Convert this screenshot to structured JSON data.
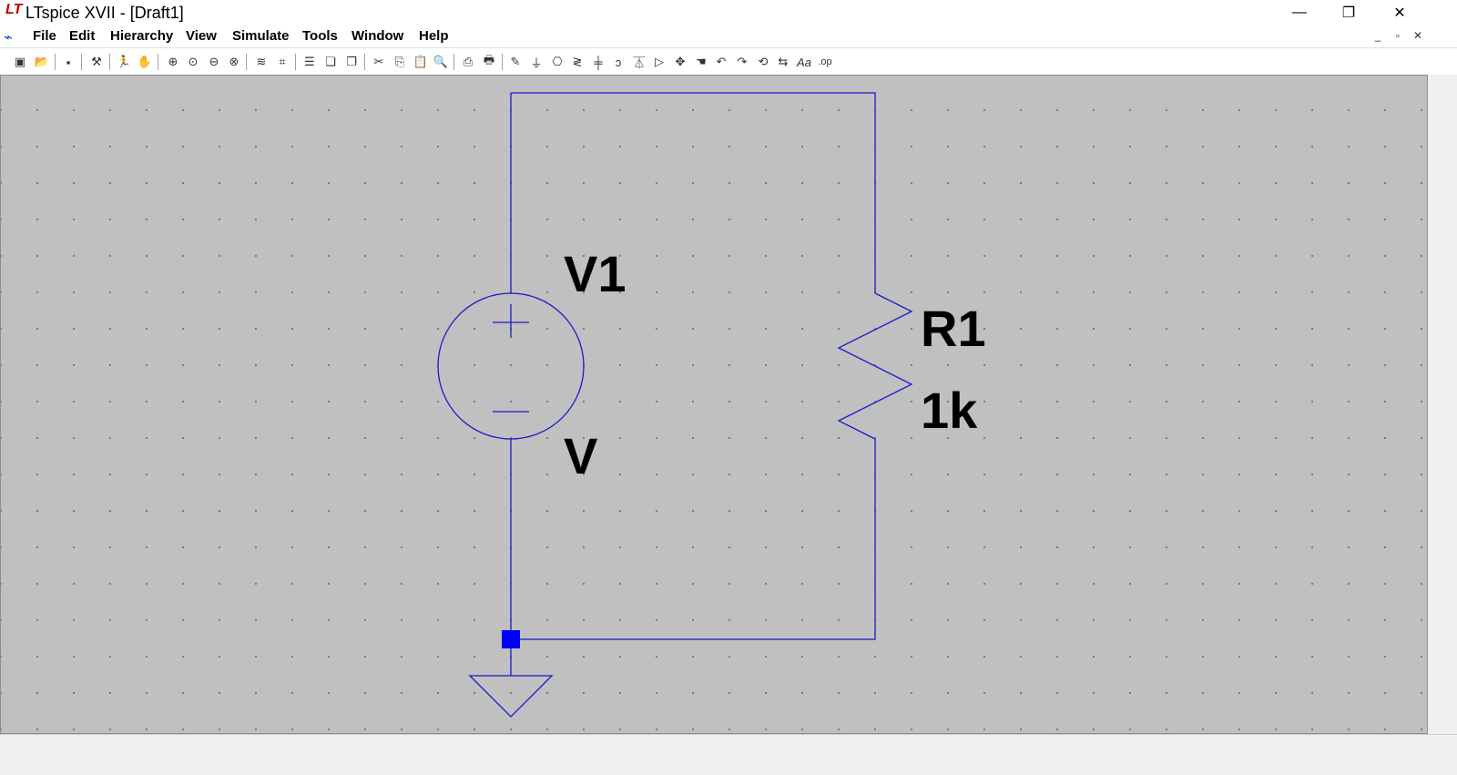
{
  "window": {
    "app_logo": "LT",
    "title": "LTspice XVII - [Draft1]",
    "minimize": "—",
    "restore": "❐",
    "close": "✕"
  },
  "menubar": {
    "logo": "⌁",
    "items": [
      {
        "label": "File"
      },
      {
        "label": "Edit"
      },
      {
        "label": "Hierarchy"
      },
      {
        "label": "View"
      },
      {
        "label": "Simulate"
      },
      {
        "label": "Tools"
      },
      {
        "label": "Window"
      },
      {
        "label": "Help"
      }
    ],
    "mdi": {
      "minimize": "_",
      "restore": "▫",
      "close": "✕"
    }
  },
  "toolbar": {
    "buttons": [
      {
        "icon": "new-schematic-icon",
        "glyph": "▣"
      },
      {
        "icon": "open-icon",
        "glyph": "📂"
      },
      {
        "icon": "save-icon",
        "glyph": "▪"
      },
      {
        "icon": "control-panel-icon",
        "glyph": "⚒"
      },
      {
        "icon": "run-icon",
        "glyph": "🏃"
      },
      {
        "icon": "halt-icon",
        "glyph": "✋"
      },
      {
        "icon": "zoom-in-icon",
        "glyph": "⊕"
      },
      {
        "icon": "pan-icon",
        "glyph": "⊙"
      },
      {
        "icon": "zoom-out-icon",
        "glyph": "⊖"
      },
      {
        "icon": "zoom-fit-icon",
        "glyph": "⊗"
      },
      {
        "icon": "autorange-icon",
        "glyph": "≋"
      },
      {
        "icon": "waveform-icon",
        "glyph": "⌗"
      },
      {
        "icon": "tile-horizontal-icon",
        "glyph": "☰"
      },
      {
        "icon": "cascade-icon",
        "glyph": "❏"
      },
      {
        "icon": "tile-vertical-icon",
        "glyph": "❐"
      },
      {
        "icon": "cut-icon",
        "glyph": "✂"
      },
      {
        "icon": "copy-icon",
        "glyph": "⎘"
      },
      {
        "icon": "paste-icon",
        "glyph": "📋"
      },
      {
        "icon": "find-icon",
        "glyph": "🔍"
      },
      {
        "icon": "print-setup-icon",
        "glyph": "⎙"
      },
      {
        "icon": "print-icon",
        "glyph": "🖶"
      },
      {
        "icon": "wire-icon",
        "glyph": "✎"
      },
      {
        "icon": "ground-icon",
        "glyph": "⏚"
      },
      {
        "icon": "label-net-icon",
        "glyph": "⎔"
      },
      {
        "icon": "resistor-icon",
        "glyph": "≷"
      },
      {
        "icon": "capacitor-icon",
        "glyph": "╪"
      },
      {
        "icon": "inductor-icon",
        "glyph": "ↄ"
      },
      {
        "icon": "diode-icon",
        "glyph": "⏄"
      },
      {
        "icon": "component-icon",
        "glyph": "▷"
      },
      {
        "icon": "move-icon",
        "glyph": "✥"
      },
      {
        "icon": "drag-icon",
        "glyph": "☚"
      },
      {
        "icon": "undo-icon",
        "glyph": "↶"
      },
      {
        "icon": "redo-icon",
        "glyph": "↷"
      },
      {
        "icon": "rotate-icon",
        "glyph": "⟲"
      },
      {
        "icon": "mirror-icon",
        "glyph": "⇆"
      },
      {
        "icon": "text-icon",
        "glyph": "Aa"
      },
      {
        "icon": "spice-directive-icon",
        "glyph": ".op"
      }
    ]
  },
  "schematic": {
    "wire_color": "#1a1acd",
    "junction_color": "#0000ff",
    "grid_color": "#c0c0c0",
    "source_name": "V1",
    "source_value": "V",
    "source_plus": "+",
    "source_minus": "—",
    "resistor_name": "R1",
    "resistor_value": "1k"
  }
}
